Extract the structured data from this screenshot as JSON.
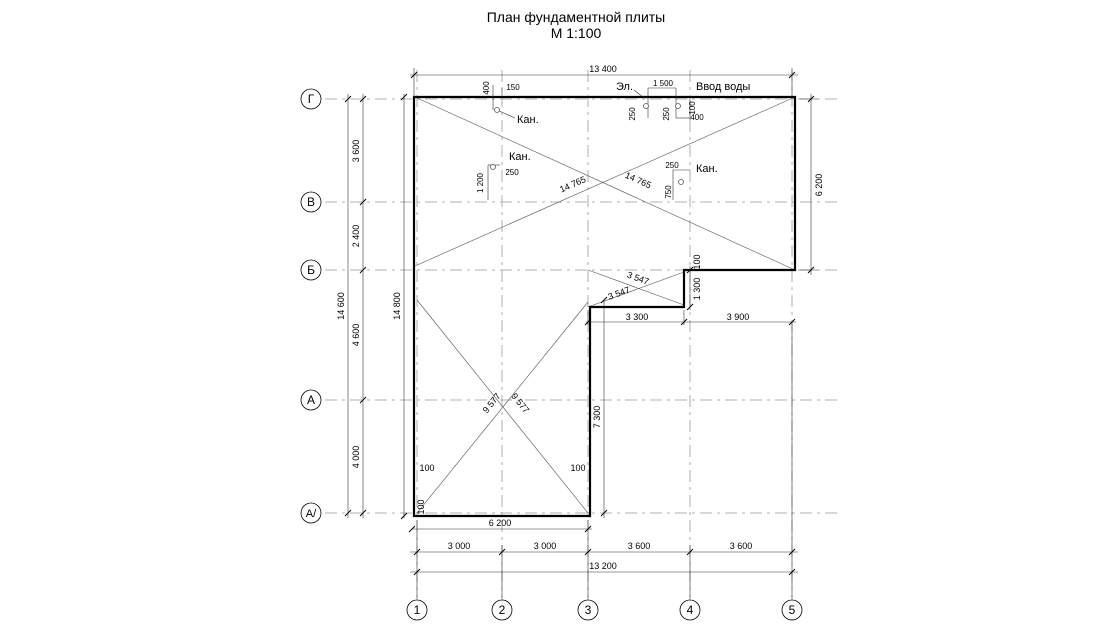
{
  "title": "План фундаментной плиты",
  "scale": "М 1:100",
  "axes": {
    "columns": [
      "1",
      "2",
      "3",
      "4",
      "5"
    ],
    "rows": [
      "Г",
      "В",
      "Б",
      "А",
      "А/"
    ]
  },
  "dimensions": {
    "top_overall": "13 400",
    "bottom_spans": [
      "3 000",
      "3 000",
      "3 600",
      "3 600"
    ],
    "bottom_overall": "13 200",
    "left_rows": [
      "3 600",
      "2 400",
      "4 600",
      "4 000"
    ],
    "left_overall": "14 600",
    "slab_height": "14 800",
    "right_height": "6 200",
    "step_width_left": "3 300",
    "step_width_right": "3 900",
    "step_height": "1 300",
    "step_offset": "100",
    "lower_width": "6 200",
    "lower_height": "7 300",
    "diag_upper": [
      "14 765",
      "14 765"
    ],
    "diag_lower": [
      "9 577",
      "9 577"
    ],
    "diag_step": [
      "3 547",
      "3 547"
    ],
    "corner_offsets": [
      "100",
      "100",
      "100"
    ]
  },
  "utilities": {
    "el_label": "Эл.",
    "water_label": "Ввод воды",
    "sewer_label": "Кан.",
    "dims": {
      "top_400": "400",
      "top_150": "150",
      "el_1500": "1 500",
      "el_250a": "250",
      "el_250b": "250",
      "el_100": "100",
      "el_400": "400",
      "kan_1200": "1 200",
      "kan_250a": "250",
      "kan_250b": "250",
      "kan_750": "750"
    }
  }
}
